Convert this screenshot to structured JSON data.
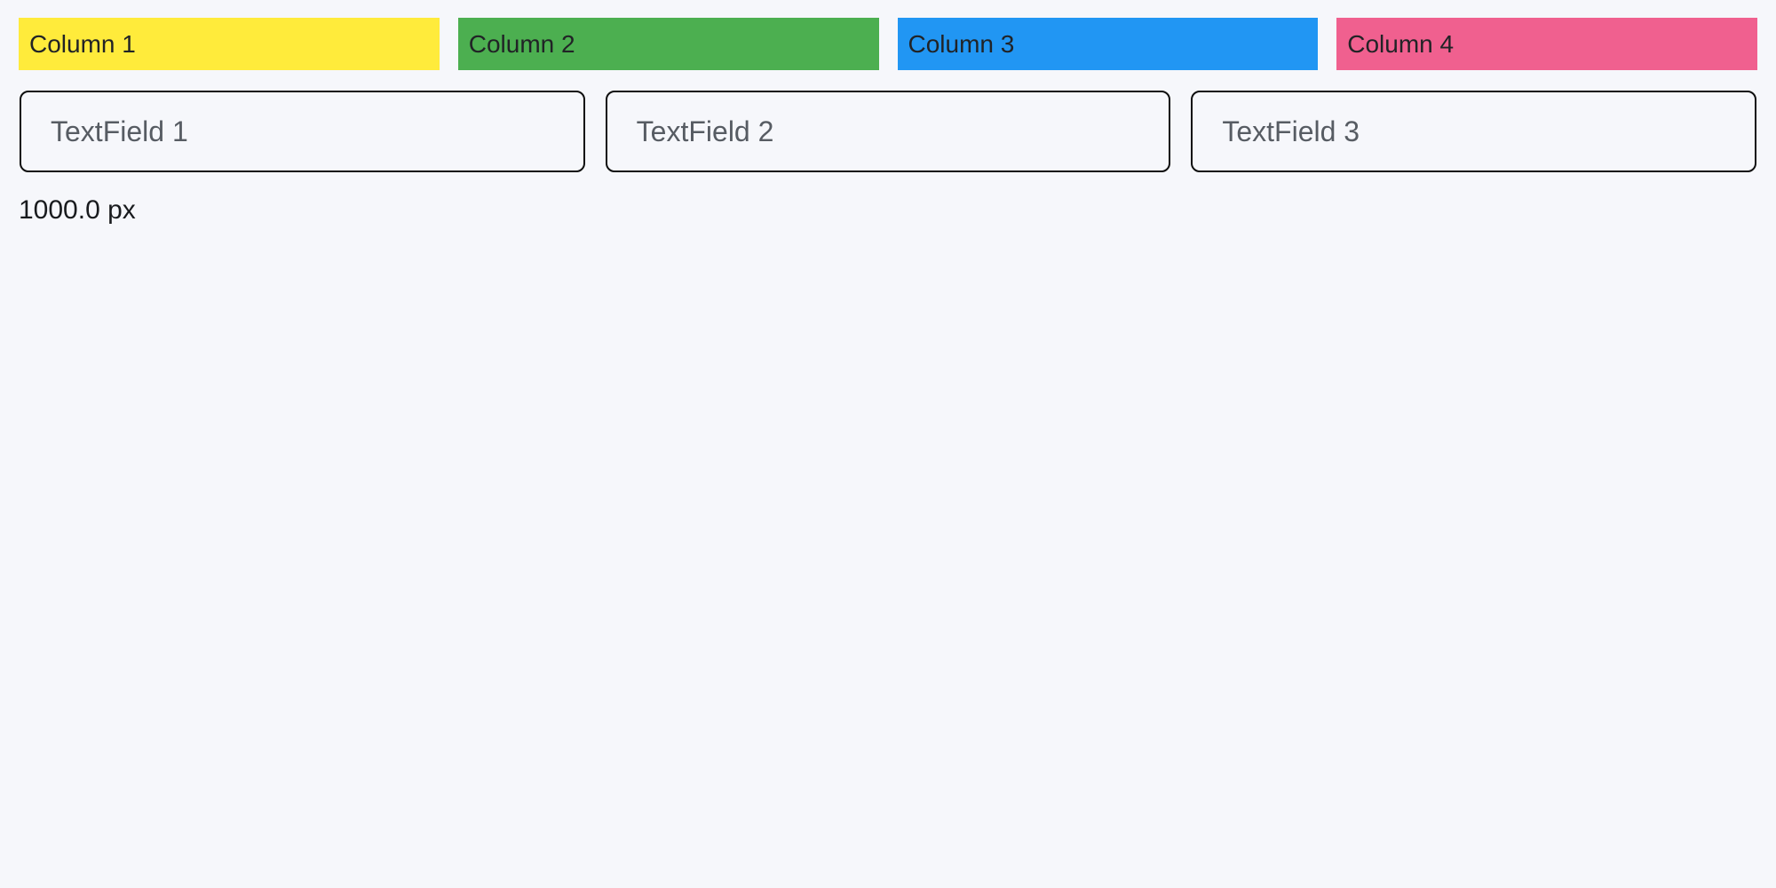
{
  "app": {
    "background_color": "#F6F7FB"
  },
  "header": {
    "columns": [
      {
        "label": "Column 1",
        "color": "#FFEB3B"
      },
      {
        "label": "Column 2",
        "color": "#4CAF50"
      },
      {
        "label": "Column 3",
        "color": "#2196F3"
      },
      {
        "label": "Column 4",
        "color": "#F0608F"
      }
    ]
  },
  "fields": [
    {
      "placeholder": "TextField 1",
      "value": ""
    },
    {
      "placeholder": "TextField 2",
      "value": ""
    },
    {
      "placeholder": "TextField 3",
      "value": ""
    }
  ],
  "status": {
    "width_label": "1000.0 px"
  },
  "text_colors": {
    "header_label": "#212326",
    "placeholder": "#575C63",
    "size_label": "#191b1e"
  }
}
